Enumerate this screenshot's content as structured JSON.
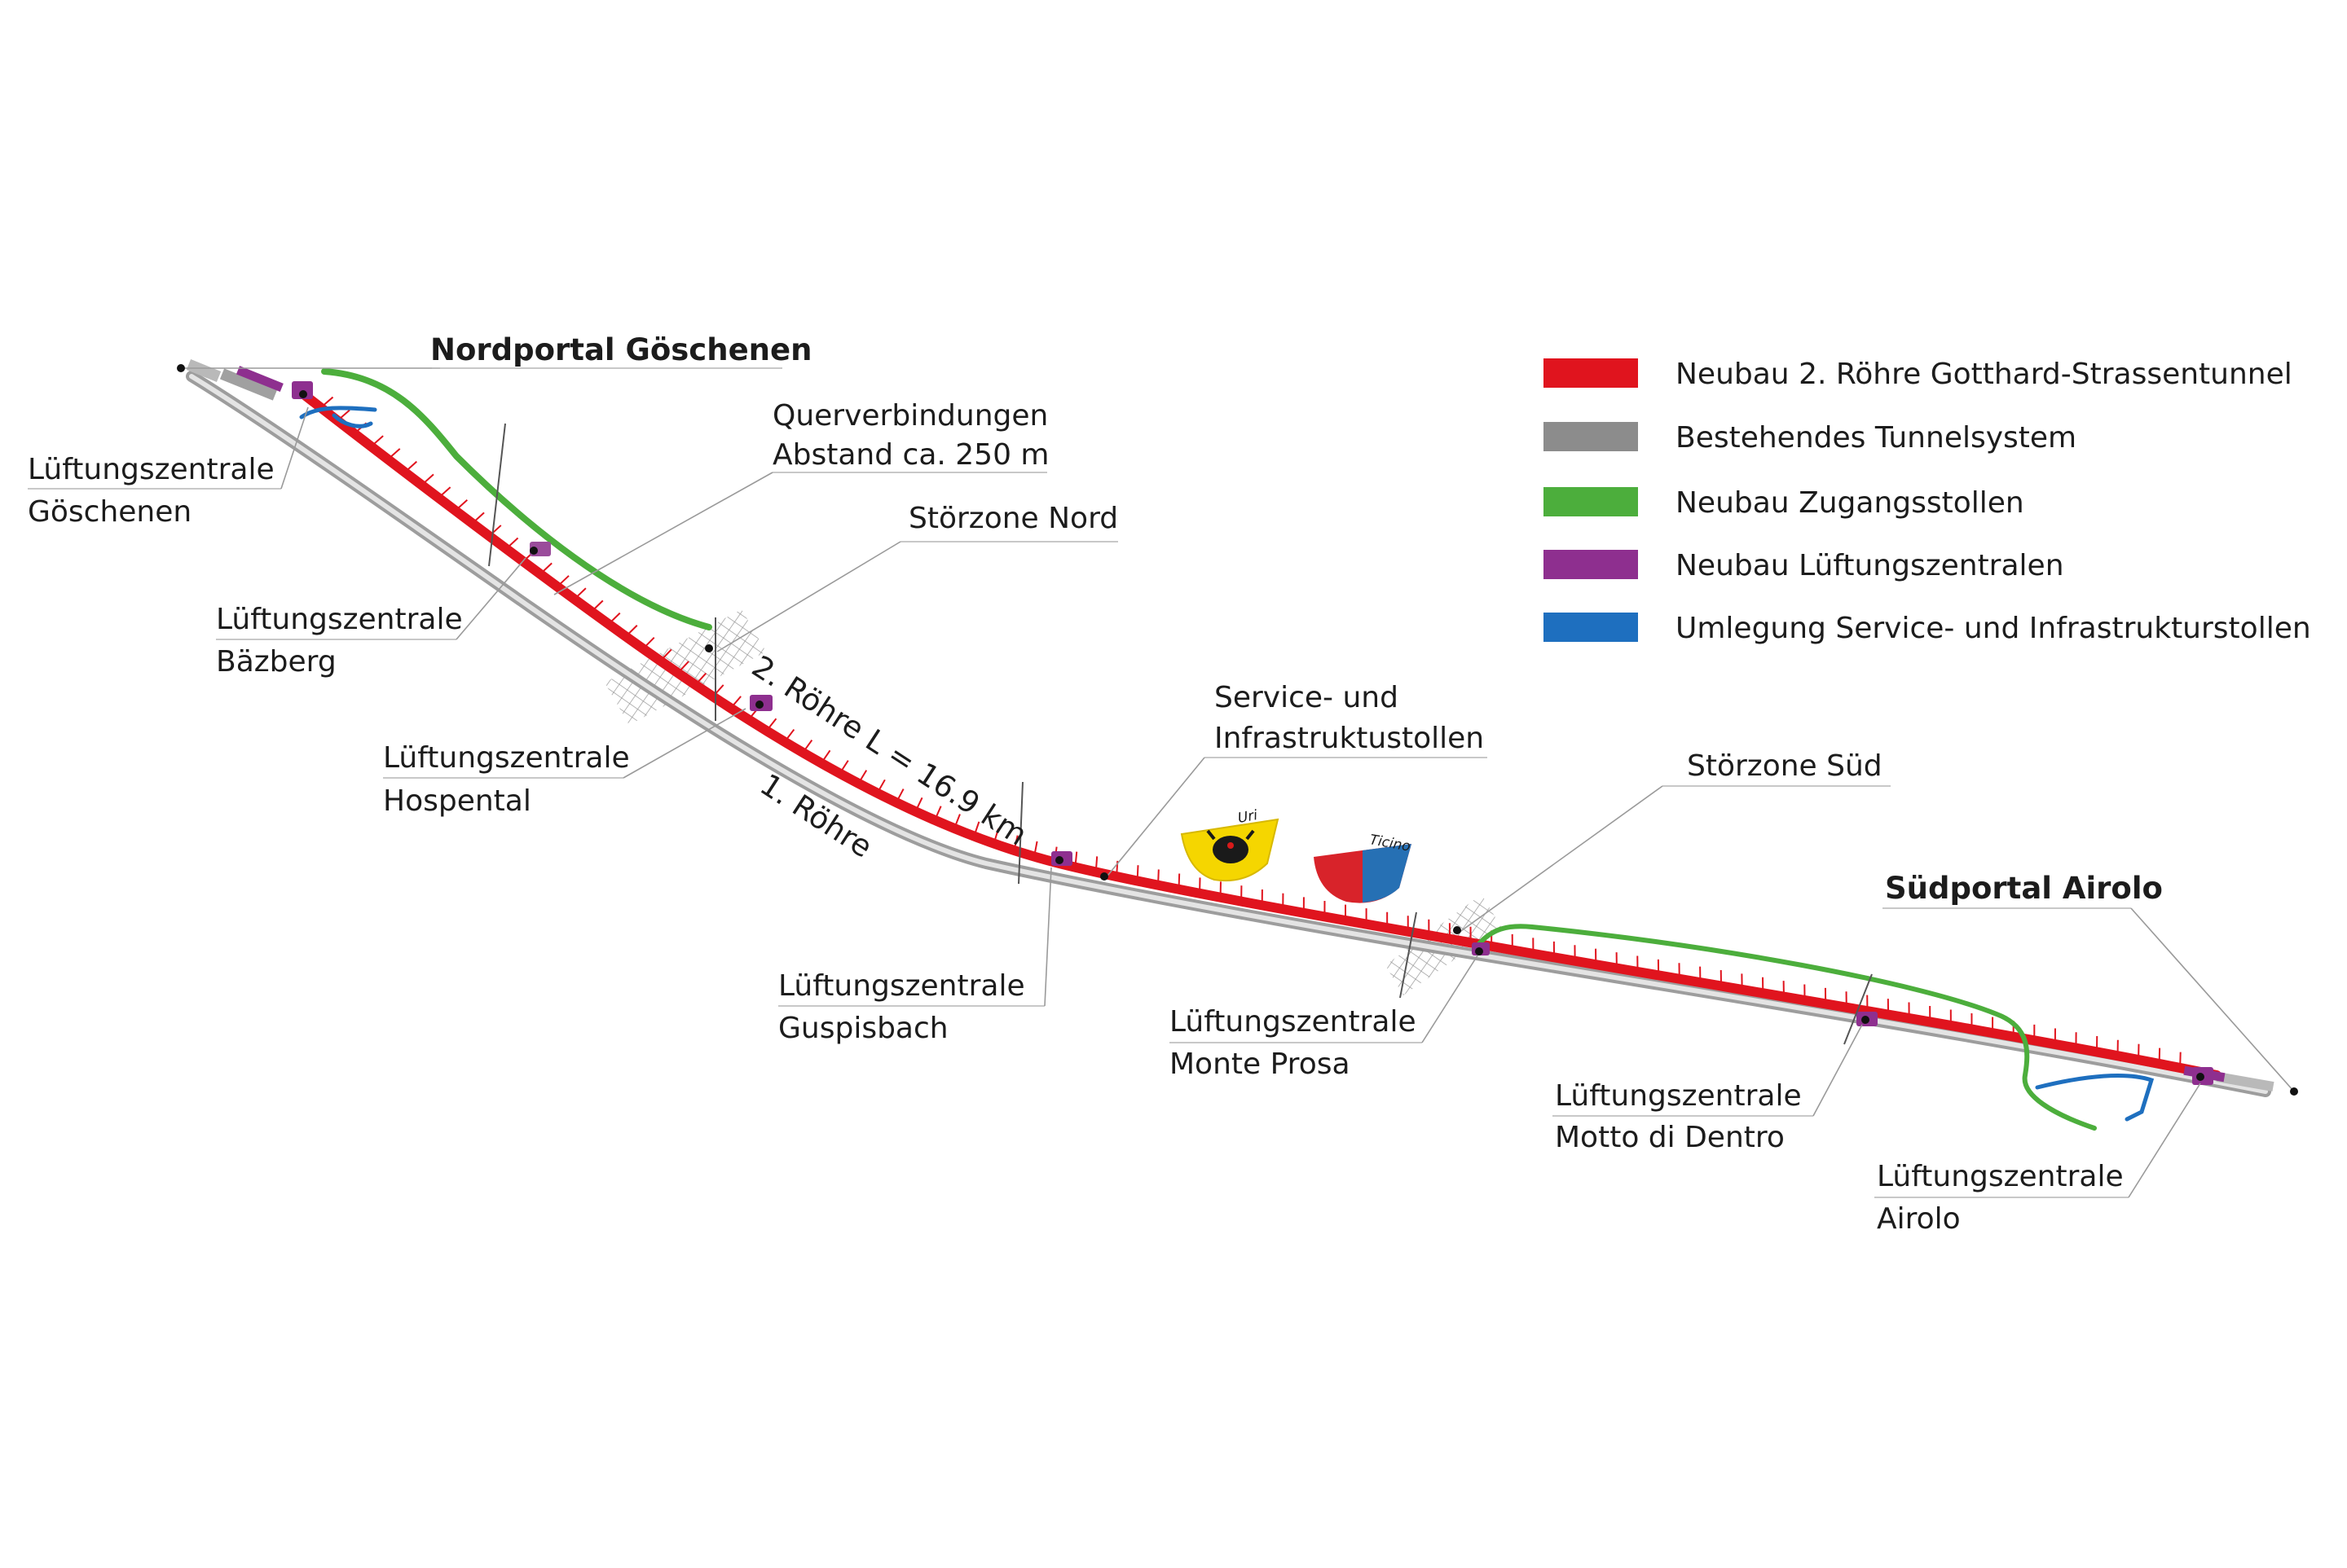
{
  "title_north": "Nordportal Göschenen",
  "title_south": "Südportal Airolo",
  "legend": [
    {
      "label": "Neubau 2. Röhre Gotthard-Strassentunnel",
      "color": "#e0141e"
    },
    {
      "label": "Bestehendes Tunnelsystem",
      "color": "#8c8c8c"
    },
    {
      "label": "Neubau Zugangsstollen",
      "color": "#4cae3c"
    },
    {
      "label": "Neubau Lüftungszentralen",
      "color": "#8e2f8f"
    },
    {
      "label": "Umlegung Service- und Infrastrukturstollen",
      "color": "#1e6fbf"
    }
  ],
  "labels": {
    "lz_goeschenen": [
      "Lüftungszentrale",
      "Göschenen"
    ],
    "lz_baezberg": [
      "Lüftungszentrale",
      "Bäzberg"
    ],
    "lz_hospental": [
      "Lüftungszentrale",
      "Hospental"
    ],
    "lz_guspisbach": [
      "Lüftungszentrale",
      "Guspisbach"
    ],
    "lz_monte_prosa": [
      "Lüftungszentrale",
      "Monte Prosa"
    ],
    "lz_motto": [
      "Lüftungszentrale",
      "Motto di Dentro"
    ],
    "lz_airolo": [
      "Lüftungszentrale",
      "Airolo"
    ],
    "querverbindungen": [
      "Querverbindungen",
      "Abstand ca. 250 m"
    ],
    "stoerzone_nord": "Störzone Nord",
    "stoerzone_sued": "Störzone Süd",
    "service": [
      "Service- und",
      "Infrastruktustollen"
    ],
    "tube2": "2. Röhre L = 16.9 km",
    "tube1": "1. Röhre"
  },
  "crests": {
    "uri": "Uri",
    "ticino": "Ticino"
  }
}
